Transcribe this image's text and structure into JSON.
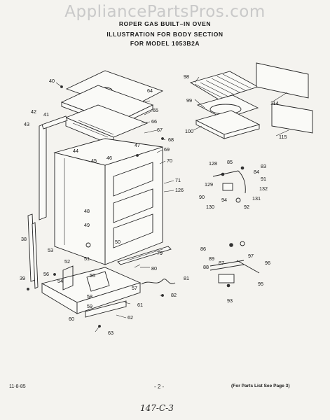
{
  "watermark": "AppliancePartsPros.com",
  "header": {
    "line1": "ROPER GAS BUILT–IN OVEN",
    "line2": "ILLUSTRATION FOR BODY SECTION",
    "line3": "FOR MODEL 1053B2A"
  },
  "footer": {
    "date": "11-8-85",
    "page": "- 2 -",
    "note": "(For Parts List See Page 3)",
    "handwritten": "147-C-3"
  },
  "callouts": [
    "40",
    "64",
    "65",
    "66",
    "67",
    "68",
    "69",
    "70",
    "42",
    "41",
    "43",
    "44",
    "45",
    "46",
    "47",
    "71",
    "126",
    "48",
    "49",
    "50",
    "53",
    "51",
    "79",
    "80",
    "52",
    "56",
    "54",
    "55",
    "57",
    "58",
    "59",
    "60",
    "61",
    "62",
    "63",
    "81",
    "82",
    "39",
    "38",
    "98",
    "99",
    "100",
    "114",
    "115",
    "128",
    "85",
    "84",
    "83",
    "129",
    "91",
    "90",
    "94",
    "132",
    "130",
    "131",
    "92",
    "86",
    "97",
    "96",
    "89",
    "88",
    "87",
    "93",
    "95"
  ]
}
